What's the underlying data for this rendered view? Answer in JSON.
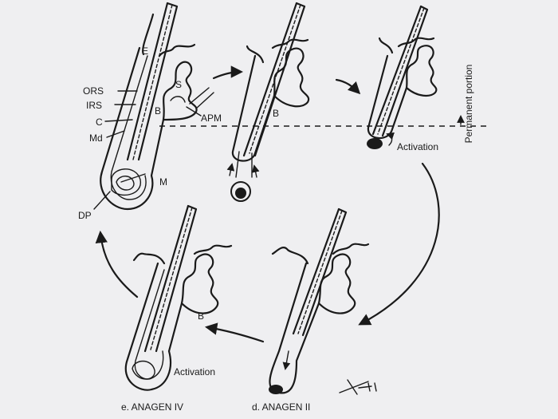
{
  "labels": {
    "ors": "ORS",
    "irs": "IRS",
    "c": "C",
    "md": "Md",
    "m": "M",
    "dp": "DP",
    "e": "E",
    "s": "S",
    "b1": "B",
    "b2": "B",
    "b3": "B",
    "apm": "APM",
    "activation_top": "Activation",
    "activation_bottom": "Activation",
    "permanent": "Permanent portion"
  },
  "captions": {
    "anagen4": "e. ANAGEN IV",
    "anagen2": "d. ANAGEN II"
  },
  "colors": {
    "ink": "#1a1a1a",
    "background": "#efeff1"
  }
}
